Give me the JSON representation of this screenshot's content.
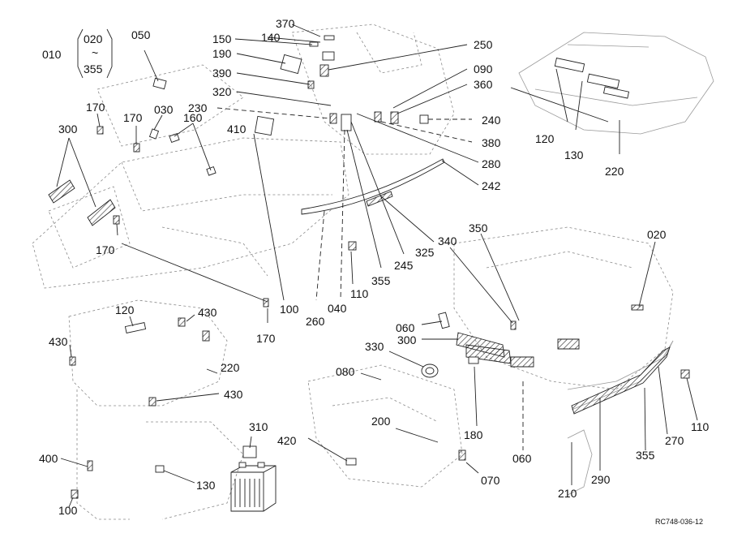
{
  "drawing_code": "RC748-036-12",
  "labels": {
    "l010": "010",
    "l020a": "020",
    "tilde": "~",
    "l355a": "355",
    "l050": "050",
    "l170a": "170",
    "l170b": "170",
    "l030": "030",
    "l160": "160",
    "l300a": "300",
    "l170c": "170",
    "l370": "370",
    "l140": "140",
    "l150": "150",
    "l190": "190",
    "l390": "390",
    "l320": "320",
    "l230": "230",
    "l410": "410",
    "l250": "250",
    "l090": "090",
    "l360": "360",
    "l240": "240",
    "l380": "380",
    "l280": "280",
    "l242": "242",
    "l325": "325",
    "l245": "245",
    "l355b": "355",
    "l110a": "110",
    "l040": "040",
    "l260": "260",
    "l100a": "100",
    "l170d": "170",
    "l120a": "120",
    "l130a": "130",
    "l220a": "220",
    "l350": "350",
    "l340": "340",
    "l020b": "020",
    "l060a": "060",
    "l300b": "300",
    "l330": "330",
    "l080": "080",
    "l180": "180",
    "l060b": "060",
    "l200": "200",
    "l070": "070",
    "l420": "420",
    "l310": "310",
    "l120b": "120",
    "l430a": "430",
    "l430b": "430",
    "l430c": "430",
    "l220b": "220",
    "l400": "400",
    "l130b": "130",
    "l100b": "100",
    "l110b": "110",
    "l270": "270",
    "l355c": "355",
    "l290": "290",
    "l210": "210"
  }
}
